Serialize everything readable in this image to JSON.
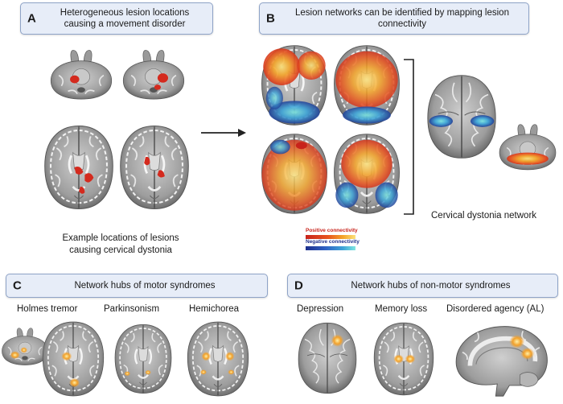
{
  "panel_a": {
    "letter": "A",
    "title_line1": "Heterogeneous lesion locations",
    "title_line2": "causing a movement disorder",
    "caption_line1": "Example locations of lesions",
    "caption_line2": "causing cervical dystonia"
  },
  "panel_b": {
    "letter": "B",
    "title_line1": "Lesion networks can be identified by mapping lesion",
    "title_line2": "connectivity",
    "positive_label": "Positive connectivity",
    "negative_label": "Negative connectivity",
    "network_label": "Cervical dystonia network"
  },
  "panel_c": {
    "letter": "C",
    "title": "Network hubs of motor syndromes",
    "labels": [
      "Holmes tremor",
      "Parkinsonism",
      "Hemichorea"
    ]
  },
  "panel_d": {
    "letter": "D",
    "title": "Network hubs of non-motor syndromes",
    "labels": [
      "Depression",
      "Memory loss",
      "Disordered agency (AL)"
    ]
  },
  "colors": {
    "panel_fill": "#e7edf8",
    "panel_border": "#8ea3c7",
    "lesion_red": "#d42a1e",
    "hub_orange": "#f2a02a",
    "positive_colormap": [
      "#c8231b",
      "#e8551f",
      "#f4a52a",
      "#fbe27c"
    ],
    "negative_colormap": [
      "#1d2f8c",
      "#2f62c4",
      "#3fa5d8",
      "#7fe6e0"
    ]
  }
}
